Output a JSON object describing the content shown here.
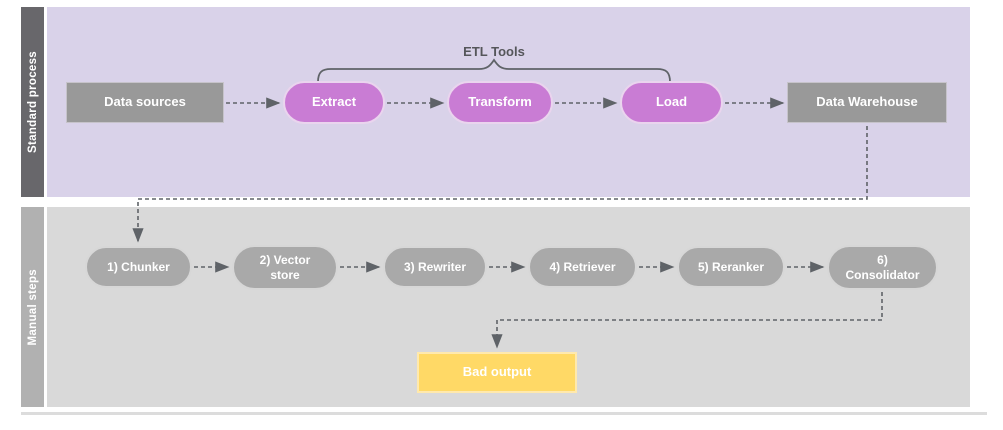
{
  "lanes": {
    "standard": {
      "label": "Standard process"
    },
    "manual": {
      "label": "Manual steps"
    }
  },
  "group": {
    "label": "ETL Tools"
  },
  "nodes": {
    "data_sources": {
      "label": "Data sources"
    },
    "extract": {
      "label": "Extract"
    },
    "transform": {
      "label": "Transform"
    },
    "load": {
      "label": "Load"
    },
    "data_warehouse": {
      "label": "Data Warehouse"
    },
    "chunker": {
      "label": "1) Chunker"
    },
    "vector_store": {
      "label": "2) Vector store"
    },
    "rewriter": {
      "label": "3) Rewriter"
    },
    "retriever": {
      "label": "4) Retriever"
    },
    "reranker": {
      "label": "5) Reranker"
    },
    "consolidator": {
      "label": "6) Consolidator"
    },
    "bad_output": {
      "label": "Bad output"
    }
  },
  "connections": [
    "Data sources → Extract",
    "Extract → Transform",
    "Transform → Load",
    "Load → Data Warehouse",
    "Data Warehouse → 1) Chunker",
    "1) Chunker → 2) Vector store",
    "2) Vector store → 3) Rewriter",
    "3) Rewriter → 4) Retriever",
    "4) Retriever → 5) Reranker",
    "5) Reranker → 6) Consolidator",
    "6) Consolidator → Bad output"
  ],
  "colors": {
    "standard_lane_bg": "#d9d2e9",
    "standard_band_bg": "#68676b",
    "manual_lane_bg": "#d9d9d9",
    "manual_band_bg": "#b1b1b1",
    "etl_pill": "#c97cd4",
    "gray_box": "#999999",
    "manual_pill": "#a9a9a9",
    "output_box": "#ffd966",
    "connector": "#5f6368"
  }
}
